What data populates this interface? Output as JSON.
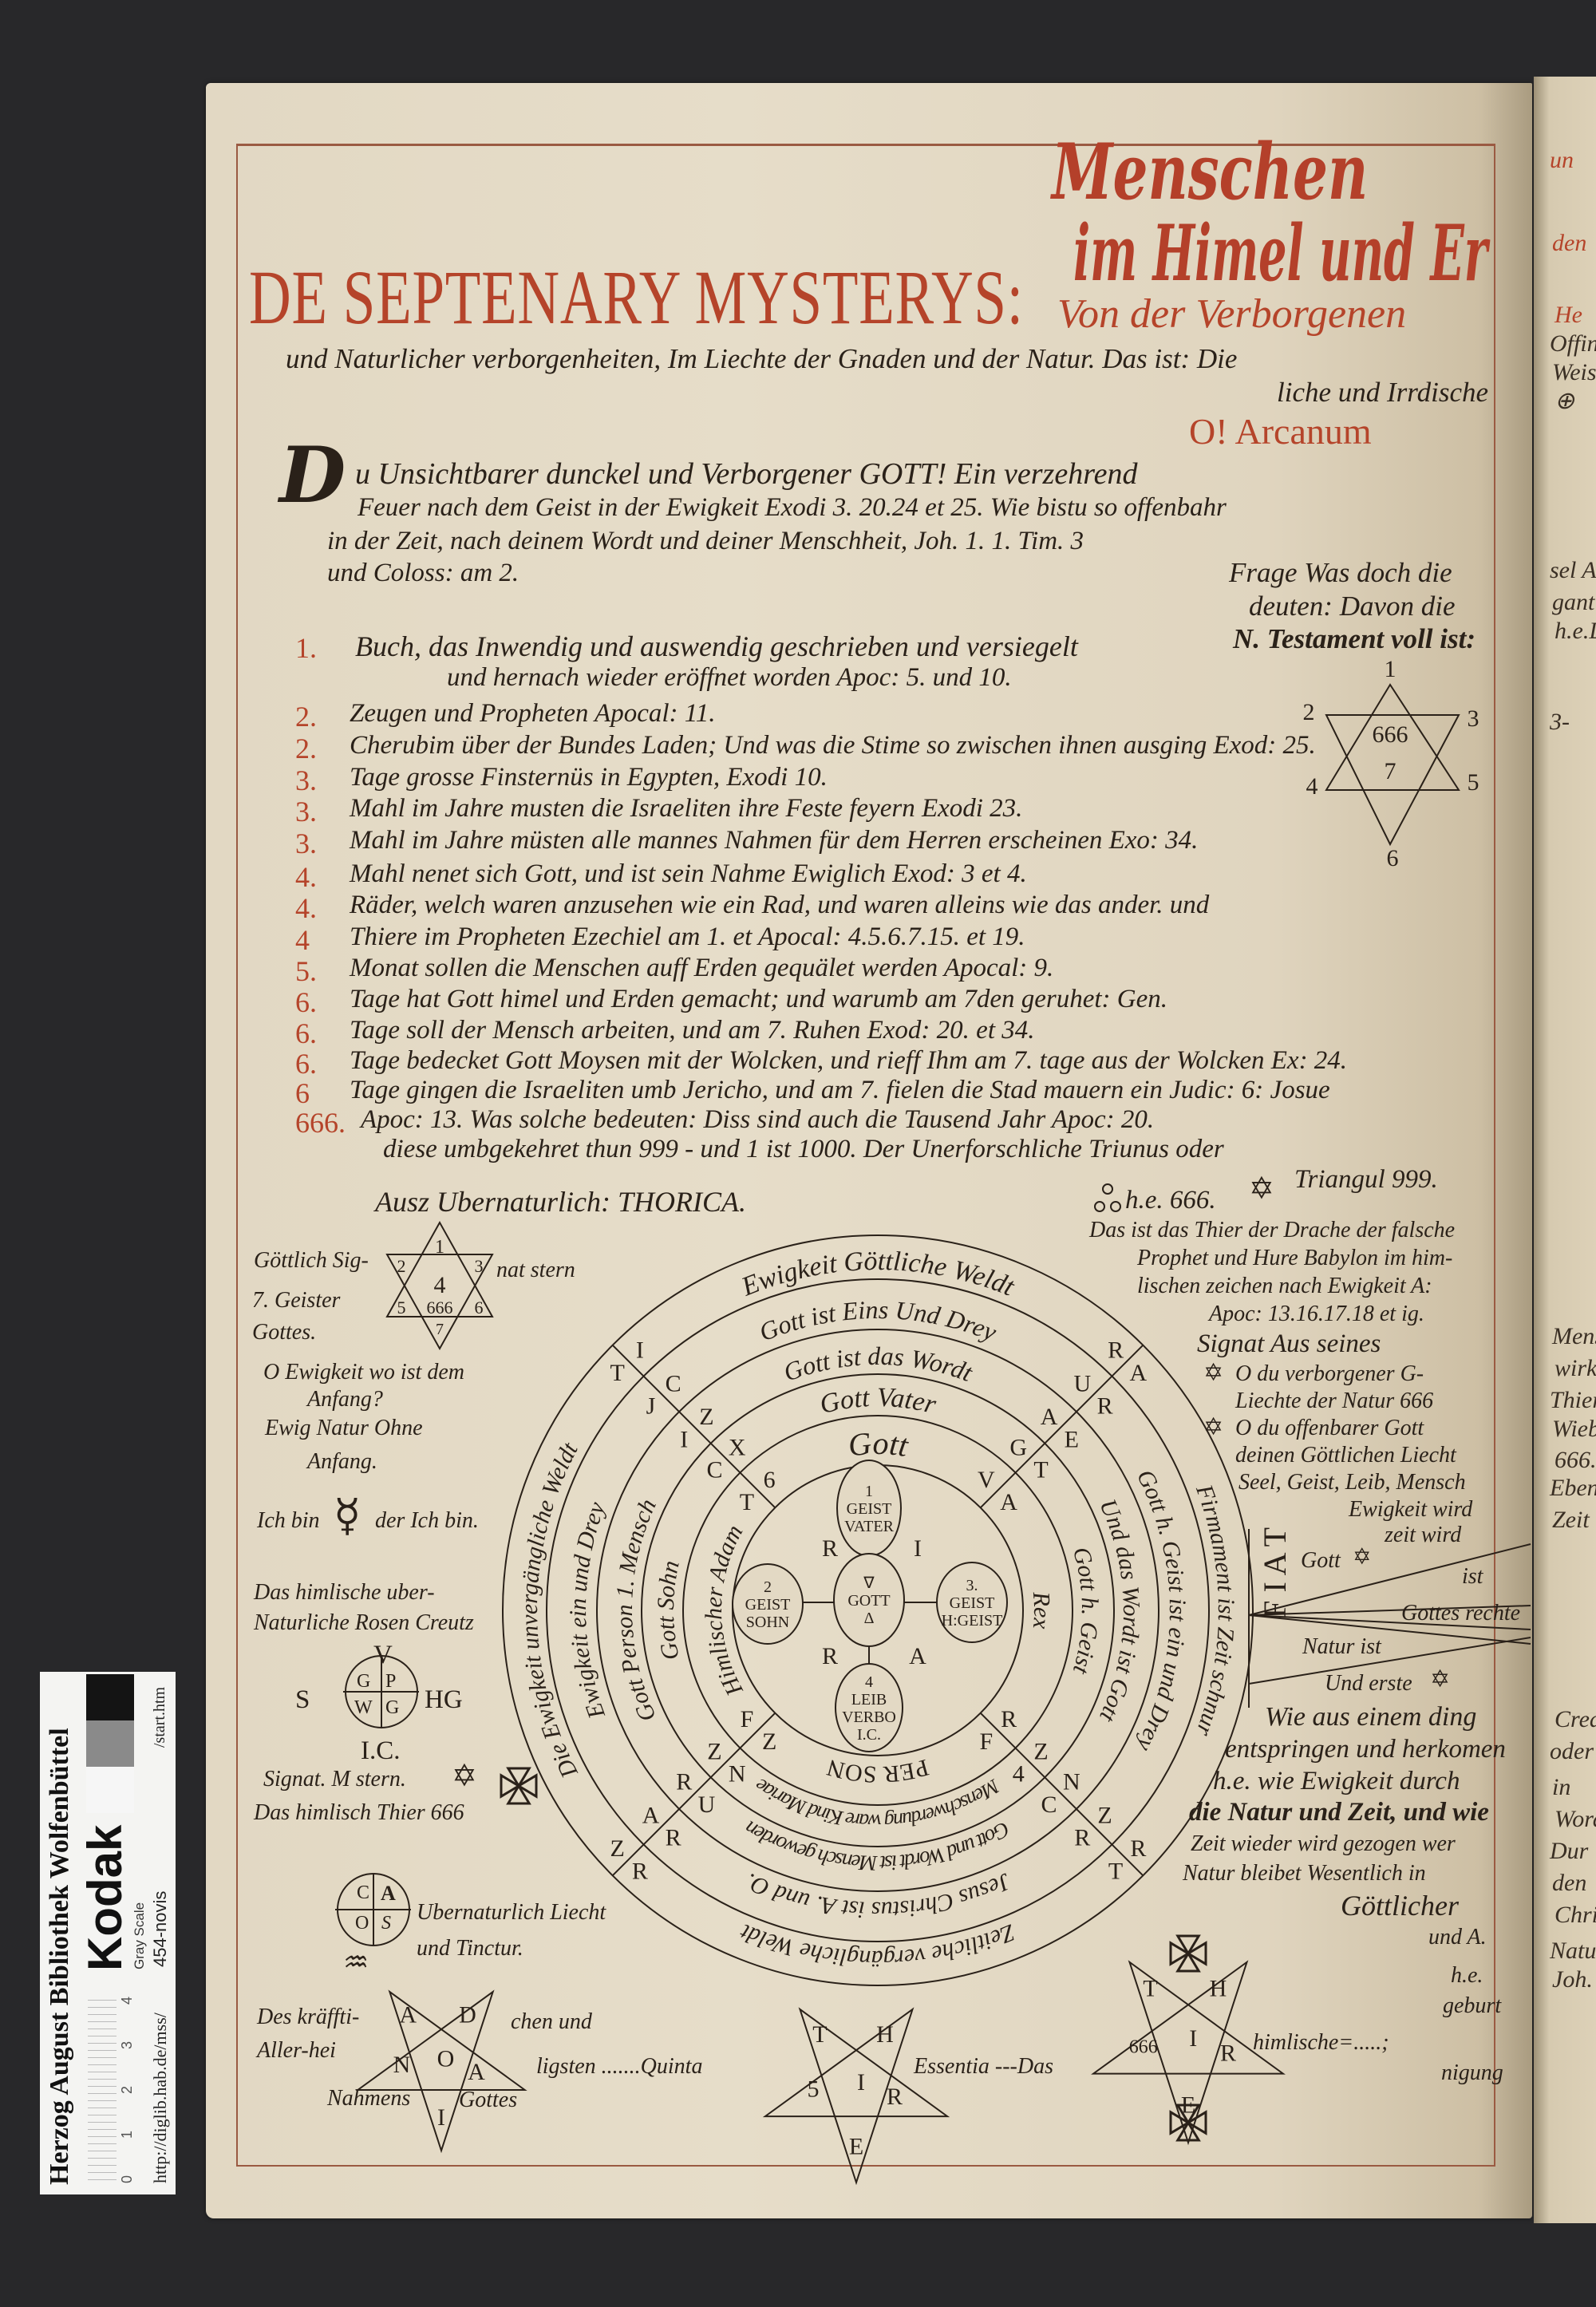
{
  "colors": {
    "ink": "#2a2119",
    "rubric": "#b5442a",
    "paper": "#e2d8c3",
    "background": "#28282a"
  },
  "header": {
    "red_title_line1": "Menschen",
    "red_title_line2": "im Himel und Er",
    "title_red": "DE SEPTENARY MYSTERYS:",
    "title_cont": "Von der Verborgenen",
    "subtitle_line1": "und Naturlicher verborgenheiten, Im Liechte der Gnaden und der Natur. Das ist: Die",
    "subtitle_line2": "liche und Irrdische",
    "arcanum": "O! Arcanum"
  },
  "intro": {
    "initial": "D",
    "lines": [
      "u Unsichtbarer dunckel und Verborgener GOTT! Ein verzehrend",
      "Feuer nach dem Geist in der Ewigkeit Exodi 3. 20.24 et 25. Wie bistu so offenbahr",
      "in der Zeit, nach deinem Wordt und deiner Menschheit, Joh. 1. 1. Tim. 3",
      "und Coloss: am 2."
    ]
  },
  "question": {
    "lines": [
      "Frage Was doch die",
      "deuten: Davon die",
      "N. Testament voll ist:"
    ]
  },
  "star_right": {
    "labels": [
      "1",
      "2",
      "3",
      "4",
      "5",
      "6"
    ],
    "center_top": "666",
    "center_bottom": "7"
  },
  "list": [
    {
      "num": "1.",
      "text": "Buch, das Inwendig und auswendig geschrieben und versiegelt"
    },
    {
      "num": "",
      "text": "und hernach wieder eröffnet worden Apoc: 5. und 10."
    },
    {
      "num": "2.",
      "text": "Zeugen und Propheten Apocal: 11."
    },
    {
      "num": "2.",
      "text": "Cherubim über der Bundes Laden; Und was die Stime so zwischen ihnen ausging Exod: 25."
    },
    {
      "num": "3.",
      "text": "Tage grosse Finsternüs in Egypten, Exodi 10."
    },
    {
      "num": "3.",
      "text": "Mahl im Jahre musten die Israeliten ihre Feste feyern Exodi 23."
    },
    {
      "num": "3.",
      "text": "Mahl im Jahre müsten alle mannes Nahmen für dem Herren erscheinen Exo: 34."
    },
    {
      "num": "4.",
      "text": "Mahl nenet sich Gott, und ist sein Nahme Ewiglich Exod: 3 et 4."
    },
    {
      "num": "4.",
      "text": "Räder, welch waren anzusehen wie ein Rad, und waren alleins wie das ander. und"
    },
    {
      "num": "4",
      "text": "Thiere im Propheten Ezechiel am 1. et Apocal: 4.5.6.7.15. et 19."
    },
    {
      "num": "5.",
      "text": "Monat sollen die Menschen auff Erden gequälet werden Apocal: 9."
    },
    {
      "num": "6.",
      "text": "Tage hat Gott himel und Erden gemacht; und warumb am 7den geruhet: Gen."
    },
    {
      "num": "6.",
      "text": "Tage soll der Mensch arbeiten, und am 7. Ruhen Exod: 20. et 34."
    },
    {
      "num": "6.",
      "text": "Tage bedecket Gott Moysen mit der Wolcken, und rieff Ihm am 7. tage aus der Wolcken Ex: 24."
    },
    {
      "num": "6",
      "text": "Tage gingen die Israeliten umb Jericho, und am 7. fielen die Stad mauern ein Judic: 6: Josue"
    },
    {
      "num": "666.",
      "text": "Apoc: 13. Was solche bedeuten: Diss sind auch die Tausend Jahr Apoc: 20."
    },
    {
      "num": "",
      "text": "diese umbgekehret thun 999 - und 1 ist 1000. Der Unerforschliche Triunus oder"
    }
  ],
  "middle": {
    "thorica": "Ausz Ubernaturlich:  THORICA.",
    "he666": "h.e. 666.",
    "triangul": "Triangul 999.",
    "thier_lines": [
      "Das ist das Thier der Drache der falsche",
      "Prophet und Hure Babylon im him-",
      "lischen zeichen nach Ewigkeit A:",
      "Apoc: 13.16.17.18 et ig."
    ],
    "signat": "Signat Aus seines",
    "prayer_lines": [
      "O du verborgener G-",
      "Liechte der Natur 666",
      "O du offenbarer Gott",
      "deinen Göttlichen Liecht",
      "Seel, Geist, Leib, Mensch",
      "Ewigkeit wird",
      "zeit wird"
    ]
  },
  "left": {
    "star_text": [
      "Göttlich Sig-",
      "nat stern",
      "7. Geister",
      "Gottes."
    ],
    "star_numbers": [
      "1",
      "2",
      "3",
      "4",
      "5",
      "6",
      "666",
      "7"
    ],
    "ewigkeit": [
      "O Ewigkeit wo ist dem",
      "Anfang?",
      "Ewig Natur Ohne",
      "Anfang."
    ],
    "ichbin": "Ich bin",
    "ichbin2": "der Ich bin.",
    "mercury": "☿",
    "rosen": [
      "Das himlische uber-",
      "Naturliche Rosen Creutz"
    ],
    "rosen_letters": {
      "top": "V",
      "left": "S",
      "right": "HG",
      "bottom": "I.C.",
      "q1": "G",
      "q2": "P",
      "q3": "W",
      "q4": "G"
    },
    "signat_stern": "Signat. M stern.",
    "thier666": "Das himlisch Thier 666",
    "caos_letters": {
      "q1": "C",
      "q2": "A",
      "q3": "O",
      "q4": "S"
    },
    "tinctur": [
      "Ubernaturlich Liecht",
      "und Tinctur."
    ],
    "aquarius": "♒"
  },
  "fiat": {
    "letters": "F I A T",
    "gott": "Gott",
    "ist": "ist",
    "gottes_rechte": "Gottes rechte",
    "natur_ist": "Natur ist",
    "und_erste": "Und erste"
  },
  "wie_lines": [
    "Wie aus einem ding",
    "entspringen und herkomen",
    "h.e. wie Ewigkeit durch",
    "die Natur und Zeit, und wie",
    "Zeit wieder wird gezogen wer",
    "Natur bleibet Wesentlich in",
    "Göttlicher",
    "und A."
  ],
  "circle": {
    "rings": [
      {
        "left": "Die Ewigkeit unvergängliche Weldt",
        "top": "Ewigkeit Göttliche Weldt",
        "right": "Firmament ist Zeit schnur",
        "bottom": "Zeitliche vergängliche Weldt"
      },
      {
        "left": "Ewigkeit ein und Drey",
        "top": "Gott ist Eins Und Drey",
        "right": "Gott h. Geist ist ein und Drey",
        "bottom": "Jesus Christus ist A. und O."
      },
      {
        "left": "Gott Person 1. Mensch",
        "top": "Gott ist das Wordt",
        "right": "Und das Wordt ist Gott",
        "bottom": "Gott und Wordt ist Mensch geworden"
      },
      {
        "left": "Gott Sohn",
        "top": "Gott Vater",
        "right": "Gott h. Geist",
        "bottom": "Menschwerdung ware Kind Mariae"
      },
      {
        "left": "Himlischer Adam",
        "top": "Gott",
        "right": "Rex",
        "bottom": "PER SON"
      }
    ],
    "spokes": {
      "tl": [
        [
          "T",
          "I"
        ],
        [
          "J",
          "C"
        ],
        [
          "I",
          "Z"
        ],
        [
          "C",
          "X"
        ],
        [
          "T",
          "6"
        ]
      ],
      "tr": [
        [
          "R",
          "A"
        ],
        [
          "U",
          "R"
        ],
        [
          "A",
          "E"
        ],
        [
          "G",
          "T"
        ],
        [
          "V",
          "A"
        ]
      ],
      "bl": [
        [
          "R",
          "Z"
        ],
        [
          "R",
          "A"
        ],
        [
          "U",
          "R"
        ],
        [
          "N",
          "Z"
        ],
        [
          "Z",
          "F"
        ]
      ],
      "br": [
        [
          "R",
          "T"
        ],
        [
          "Z",
          "R"
        ],
        [
          "N",
          "C"
        ],
        [
          "Z",
          "4"
        ],
        [
          "R",
          "F"
        ]
      ]
    },
    "inner_letters": [
      "R",
      "I",
      "R",
      "A"
    ],
    "centers": {
      "vater": [
        "1",
        "GEIST",
        "VATER"
      ],
      "sohn": [
        "2",
        "GEIST",
        "SOHN"
      ],
      "hgeist": [
        "3.",
        "GEIST",
        "H:GEIST"
      ],
      "leib": [
        "4",
        "LEIB",
        "VERBO",
        "I.C."
      ],
      "gott": [
        "∇",
        "GOTT",
        "Δ"
      ]
    }
  },
  "bottom": {
    "p1_text": {
      "a": "Des kräffti-",
      "b": "chen und",
      "c": "Aller-hei",
      "d": "ligsten .......Quinta",
      "e": "Nahmens",
      "f": "Gottes"
    },
    "p1_letters": [
      "A",
      "D",
      "N",
      "O",
      "A",
      "I"
    ],
    "p2_text": "Essentia ---Das",
    "p2_letters": [
      "T",
      "H",
      "5",
      "I",
      "R",
      "E"
    ],
    "p3_text": "himlische=.....;",
    "p3_letters": [
      "T",
      "H",
      "666",
      "I",
      "R",
      "E"
    ],
    "he_lines": [
      "h.e.",
      "geburt",
      "nigung"
    ]
  },
  "right_page": {
    "fragments": [
      "un",
      "den",
      "He",
      "Offin",
      "Weis",
      "⊕",
      "sel Ag",
      "gant",
      "h.e.D",
      "3-",
      "Menschen",
      "wirkl",
      "Thier",
      "Wieb",
      "666.",
      "Ebenl",
      "Zeit",
      "Creat",
      "oder",
      "in",
      "Word",
      "Dur",
      "den",
      "Chris",
      "Natu",
      "Joh."
    ]
  },
  "label": {
    "institution": "Herzog August Bibliothek Wolfenbüttel",
    "brand": "Kodak",
    "scale": "Gray Scale",
    "ruler_numbers": [
      "0",
      "1",
      "2",
      "3",
      "4"
    ],
    "url_prefix": "http://diglib.hab.de/mss/",
    "shelfmark": "454-novis",
    "url_suffix": "/start.htm",
    "patches": [
      "#141414",
      "#8a8a8a",
      "#f6f6f6"
    ]
  }
}
